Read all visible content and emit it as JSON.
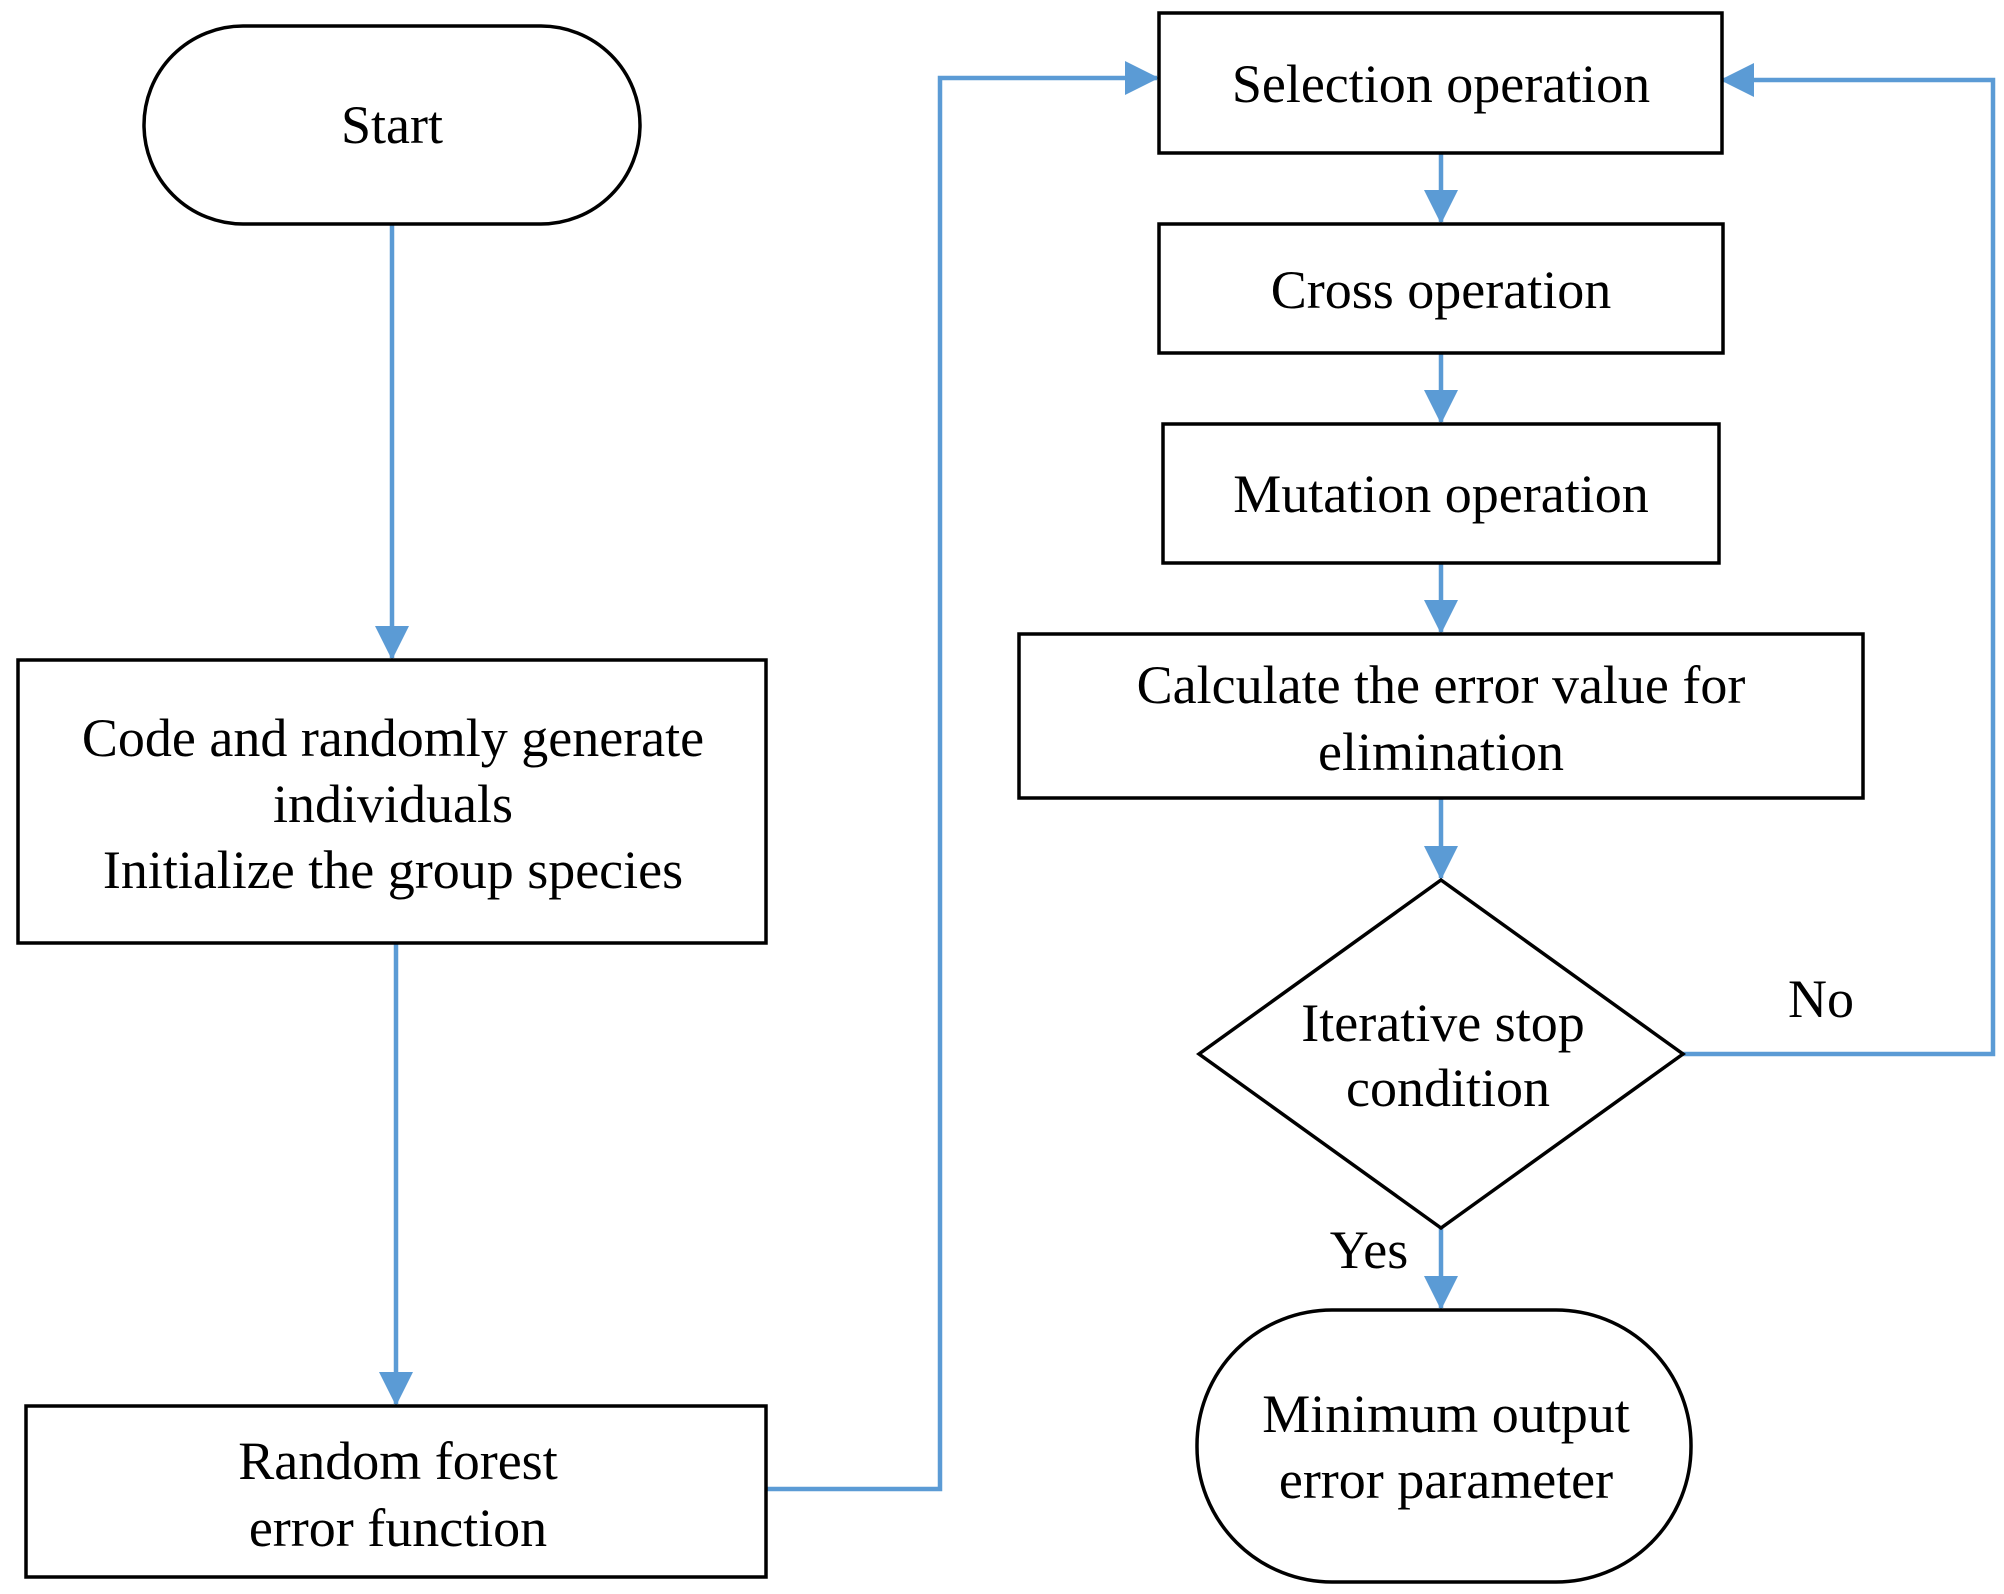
{
  "colors": {
    "connector": "#5b9bd5",
    "node_border": "#000000",
    "text": "#000000",
    "background": "#ffffff"
  },
  "nodes": {
    "start": {
      "label": "Start"
    },
    "init": {
      "line1": "Code and randomly generate",
      "line2": "individuals",
      "line3": "Initialize the group species"
    },
    "random_forest": {
      "line1": "Random forest",
      "line2": "error function"
    },
    "selection": {
      "label": "Selection operation"
    },
    "cross": {
      "label": "Cross operation"
    },
    "mutation": {
      "label": "Mutation operation"
    },
    "calculate": {
      "line1": "Calculate the error value for",
      "line2": "elimination"
    },
    "decision": {
      "line1": "Iterative stop",
      "line2": "condition"
    },
    "end": {
      "line1": "Minimum output",
      "line2": "error parameter"
    }
  },
  "edge_labels": {
    "no": "No",
    "yes": "Yes"
  }
}
